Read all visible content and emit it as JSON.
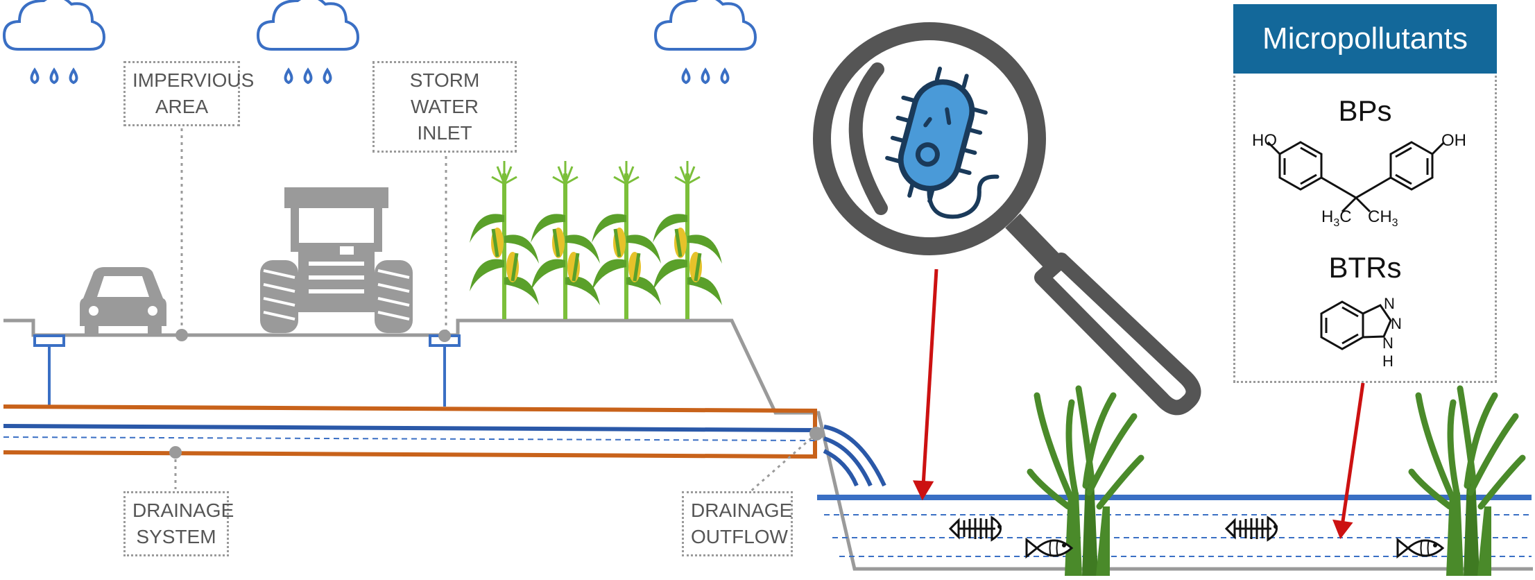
{
  "labels": {
    "impervious_area": [
      "IMPERVIOUS",
      "AREA"
    ],
    "storm_water_inlet": [
      "STORM WATER",
      "INLET"
    ],
    "drainage_system": [
      "DRAINAGE",
      "SYSTEM"
    ],
    "drainage_outflow": [
      "DRAINAGE",
      "OUTFLOW"
    ]
  },
  "micropollutants": {
    "title": "Micropollutants",
    "groups": [
      {
        "name": "BPs",
        "atoms": [
          "HO",
          "OH",
          "H3C",
          "CH3"
        ]
      },
      {
        "name": "BTRs",
        "atoms": [
          "N",
          "N",
          "N",
          "H"
        ]
      }
    ]
  },
  "colors": {
    "rain": "#3a6fc4",
    "ground": "#9a9a9a",
    "pipe": "#c8621a",
    "water": "#3a6fc4",
    "arrow": "#cc1111",
    "plant": "#4a8a2a",
    "header": "#13689a",
    "bacteria": "#4a9ad8"
  }
}
